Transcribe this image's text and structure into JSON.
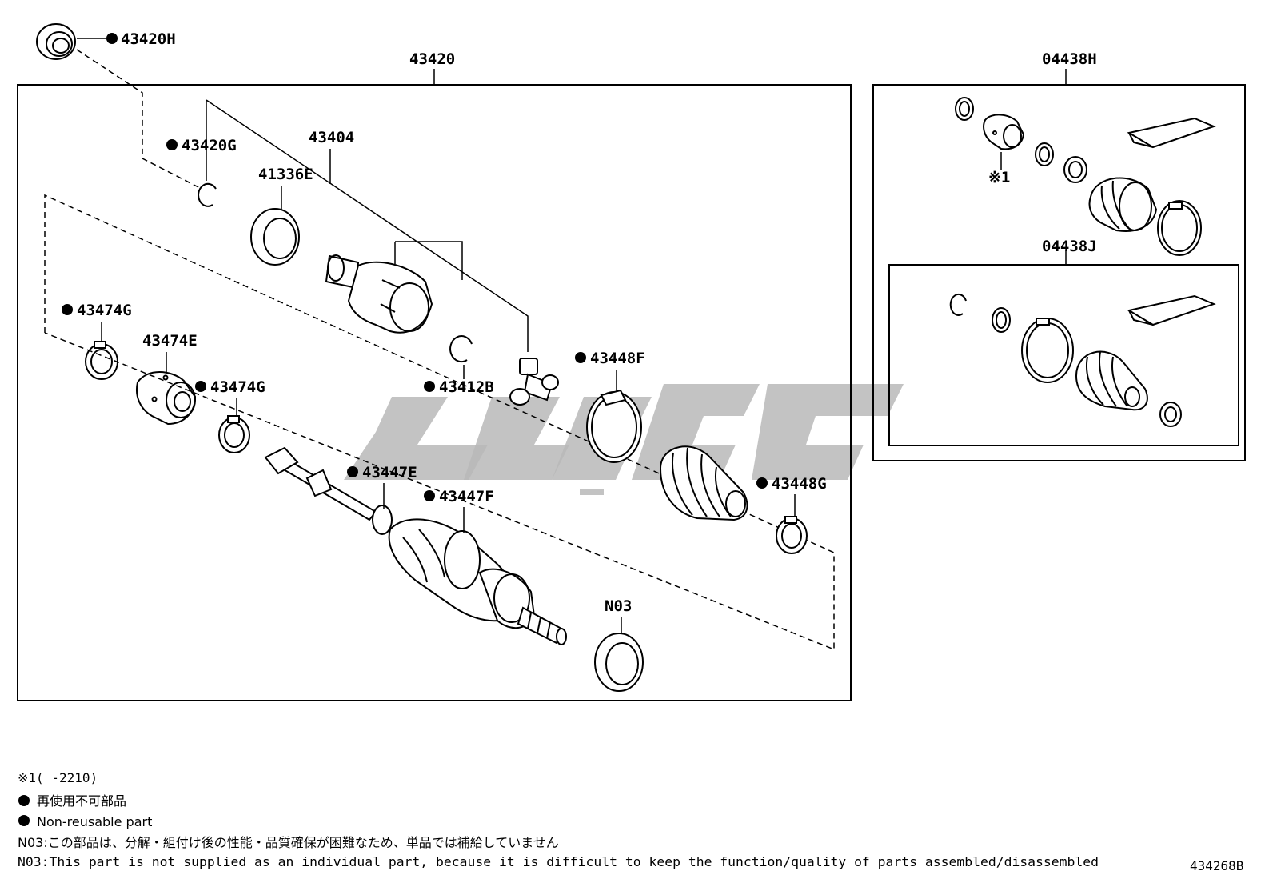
{
  "labels": {
    "p43420H": "43420H",
    "p43420": "43420",
    "p04438H": "04438H",
    "p43420G": "43420G",
    "p43404": "43404",
    "p41336E": "41336E",
    "p43474G_a": "43474G",
    "p43474E": "43474E",
    "p43474G_b": "43474G",
    "p43412B": "43412B",
    "p43448F": "43448F",
    "p43447E": "43447E",
    "p43447F": "43447F",
    "p43448G": "43448G",
    "pN03": "N03",
    "p04438J": "04438J",
    "ref1": "※1"
  },
  "notes": {
    "ref_note": "※1(    -2210)",
    "nonreusable_jp": "再使用不可部品",
    "nonreusable_en": "Non-reusable part",
    "n03_jp": "N03:この部品は、分解・組付け後の性能・品質確保が困難なため、単品では補給していません",
    "n03_en": "N03:This part is not supplied as an individual part, because it is difficult to keep the function/quality of parts assembled/disassembled",
    "diagram_code": "434268B"
  },
  "colors": {
    "ink": "#000000",
    "watermark": "#b9b9b9"
  }
}
